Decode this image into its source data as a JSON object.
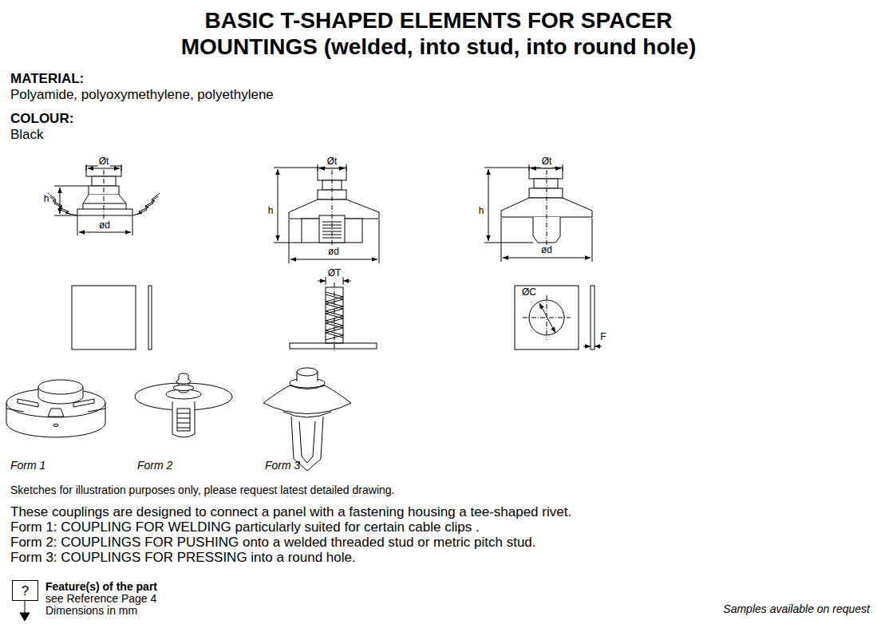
{
  "diagram": {
    "title": "BASIC T-SHAPED ELEMENTS FOR SPACER MOUNTINGS (welded, into stud, into round hole)",
    "nodes": [
      {
        "text": [
          "?"
        ]
      }
    ],
    "labels": [
      "MATERIAL:",
      "Polyamide, polyoxymethylene, polyethylene",
      "COLOUR:",
      "Black",
      "Øt",
      "h",
      "ød",
      "Øt",
      "h",
      "ød",
      "Øt",
      "h",
      "ød",
      "ØT",
      "ØC",
      "F",
      "Form 1",
      "Form 2",
      "Form 3",
      "Sketches for illustration purposes only, please request latest detailed drawing.",
      "These couplings are designed to connect a panel with a fastening housing a tee-shaped rivet.",
      "Form 1: COUPLING FOR WELDING particularly suited for certain cable clips .",
      "Form 2: COUPLINGS FOR PUSHING onto a welded threaded stud or metric pitch stud.",
      "Form 3: COUPLINGS FOR PRESSING into a round hole.",
      "Feature(s) of the part",
      "see Reference Page 4",
      "Dimensions in mm",
      "Samples available on request"
    ]
  }
}
